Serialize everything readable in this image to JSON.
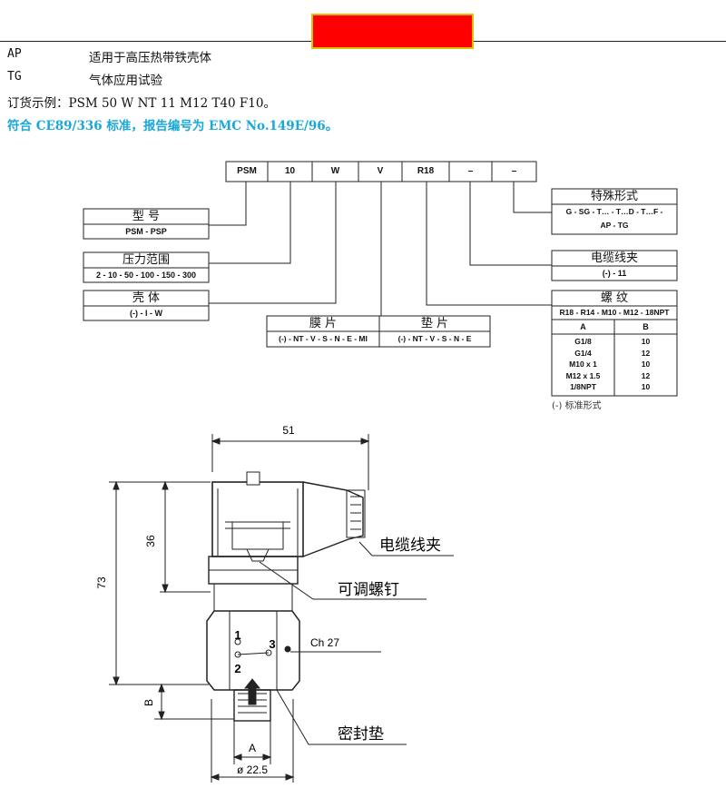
{
  "header": {
    "accent_color": "#ff0000"
  },
  "options": [
    {
      "code": "AP",
      "desc": "适用于高压热带铁壳体"
    },
    {
      "code": "TG",
      "desc": "气体应用试验"
    }
  ],
  "order_example": "订货示例：PSM 50 W NT 11 M12 T40 F10。",
  "ce_note": "符合 CE89/336 标准，报告编号为 EMC No.149E/96。",
  "code_boxes": [
    "PSM",
    "10",
    "W",
    "V",
    "R18",
    "–",
    "–"
  ],
  "groups": {
    "model": {
      "title": "型  号",
      "value": "PSM - PSP"
    },
    "pressure": {
      "title": "压力范围",
      "value": "2 - 10 - 50 - 100 - 150 - 300"
    },
    "housing": {
      "title": "壳   体",
      "value": "(-) - I - W"
    },
    "membrane": {
      "title": "膜   片",
      "value": "(-) - NT - V - S - N - E - MI"
    },
    "gasket": {
      "title": "垫   片",
      "value": "(-) - NT - V - S - N - E"
    },
    "special": {
      "title": "特殊形式",
      "value1": "G - SG - T… - T…D - T…F -",
      "value2": "AP - TG"
    },
    "cable": {
      "title": "电缆线夹",
      "value": "(-) - 11"
    },
    "thread": {
      "title": "螺   纹",
      "value": "R18 - R14 - M10 - M12 - 18NPT",
      "headers": [
        "A",
        "B"
      ],
      "rows": [
        [
          "G1/8",
          "10"
        ],
        [
          "G1/4",
          "12"
        ],
        [
          "M10 x 1",
          "10"
        ],
        [
          "M12 x 1.5",
          "12"
        ],
        [
          "1/8NPT",
          "10"
        ]
      ],
      "footnote": "(-) 标准形式"
    }
  },
  "drawing": {
    "dim_width": "51",
    "dim_36": "36",
    "dim_73": "73",
    "dim_b": "B",
    "dim_a": "A",
    "dim_diameter": "ø 22.5",
    "hex_label": "Ch 27",
    "pin_1": "1",
    "pin_2": "2",
    "pin_3": "3",
    "label_cable_clamp": "电缆线夹",
    "label_adjust_screw": "可调螺钉",
    "label_seal_gasket": "密封垫"
  }
}
